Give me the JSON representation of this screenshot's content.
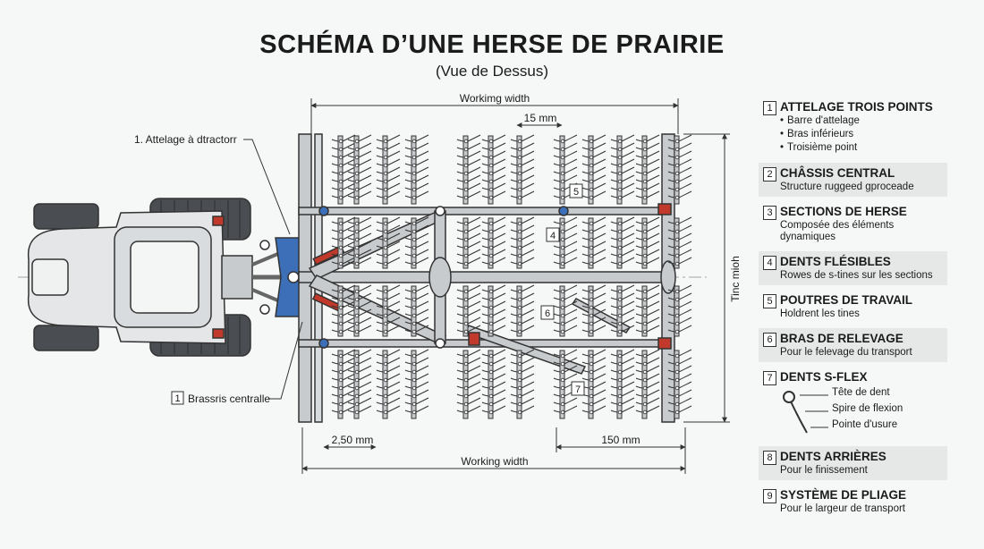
{
  "header": {
    "title": "SCHÉMA D’UNE HERSE DE PRAIRIE",
    "subtitle": "(Vue de Dessus)"
  },
  "diagram": {
    "dimensions": {
      "top_width": "Workimg width",
      "top_spacing": "15 mm",
      "bottom_width": "Working width",
      "bottom_left": "2,50 mm",
      "bottom_right": "150 mm",
      "side_label": "Tinc mioh"
    },
    "callouts": {
      "tractor_hitch": "1. Attelage à dtractorr",
      "central_arm_num": "1",
      "central_arm": "Brassris centralle"
    },
    "markers": [
      "4",
      "5",
      "6",
      "7"
    ]
  },
  "legend": {
    "items": [
      {
        "num": "1",
        "title": "ATTELAGE TROIS POINTS",
        "bullets": [
          "Barre d'attelage",
          "Bras inférieurs",
          "Troisième point"
        ]
      },
      {
        "num": "2",
        "title": "CHÂSSIS CENTRAL",
        "desc": "Structure ruggeed gproceade"
      },
      {
        "num": "3",
        "title": "SECTIONS DE HERSE",
        "desc": "Composée des éléments dynamiques"
      },
      {
        "num": "4",
        "title": "DENTS FLÉSIBLES",
        "desc": "Rowes de s-tines sur les sections"
      },
      {
        "num": "5",
        "title": "POUTRES DE TRAVAIL",
        "desc": "Holdrent les tines"
      },
      {
        "num": "6",
        "title": "BRAS DE RELEVAGE",
        "desc": "Pour le felevage du transport"
      },
      {
        "num": "7",
        "title": "DENTS S-FLEX",
        "tine_parts": [
          "Tête de dent",
          "Spire de flexion",
          "Pointe d'usure"
        ]
      },
      {
        "num": "8",
        "title": "DENTS ARRIÈRES",
        "desc": "Pour le finissement"
      },
      {
        "num": "9",
        "title": "SYSTÈME DE PLIAGE",
        "desc": "Pour le largeur de transport"
      }
    ]
  },
  "colors": {
    "frame": "#c7cbce",
    "outline": "#333333",
    "hitch_blue": "#3d6fb8",
    "accent_red": "#c0392b"
  }
}
